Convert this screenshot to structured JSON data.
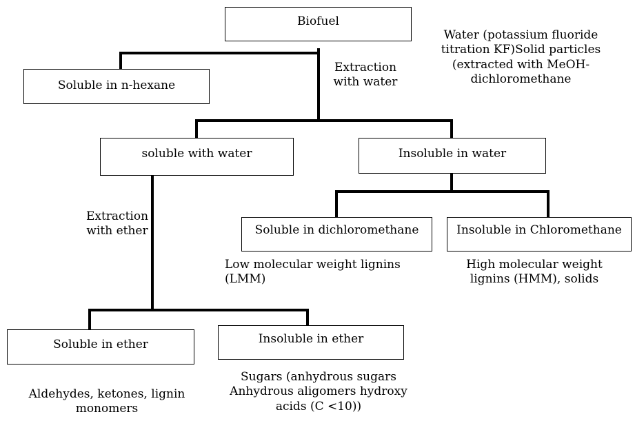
{
  "nodes": {
    "biofuel": "Biofuel",
    "soluble_hexane": "Soluble in n-hexane",
    "soluble_water": "soluble with water",
    "insoluble_water": "Insoluble in water",
    "soluble_dcm": "Soluble in dichloromethane",
    "insoluble_chloromethane": "Insoluble in Chloromethane",
    "soluble_ether": "Soluble in ether",
    "insoluble_ether": "Insoluble in ether"
  },
  "edge_labels": {
    "extraction_water": "Extraction\nwith water",
    "extraction_ether": "Extraction\nwith ether"
  },
  "notes": {
    "water_solids": "Water (potassium fluoride\ntitration KF)Solid particles\n(extracted with MeOH-\ndichloromethane",
    "lmm": "Low molecular weight lignins\n(LMM)",
    "hmm": "High molecular weight\nlignins (HMM), solids",
    "aldehydes": "Aldehydes, ketones, lignin\nmonomers",
    "sugars": "Sugars (anhydrous sugars\nAnhydrous aligomers hydroxy\nacids (C <10))"
  }
}
